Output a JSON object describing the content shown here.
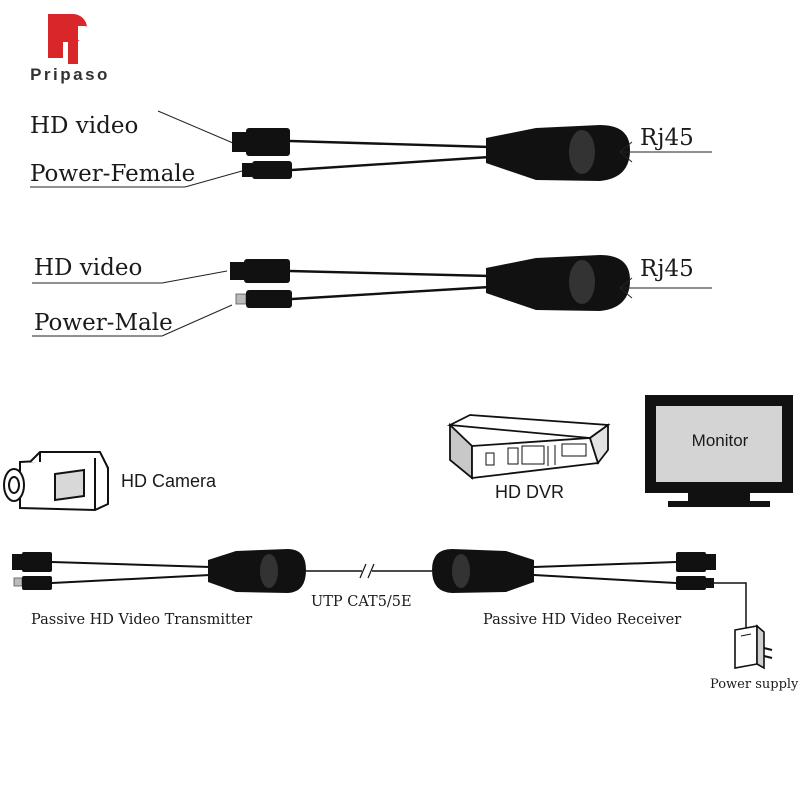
{
  "brand": {
    "name": "Pripaso",
    "color": "#d9262b"
  },
  "balun_female": {
    "video_label": "HD video",
    "power_label": "Power-Female",
    "rj45_label": "Rj45"
  },
  "balun_male": {
    "video_label": "HD video",
    "power_label": "Power-Male",
    "rj45_label": "Rj45"
  },
  "devices": {
    "camera_label": "HD Camera",
    "dvr_label": "HD DVR",
    "monitor_label": "Monitor"
  },
  "connection": {
    "transmitter_label": "Passive HD Video Transmitter",
    "cable_label": "UTP CAT5/5E",
    "receiver_label": "Passive HD Video Receiver",
    "power_supply_label": "Power supply"
  }
}
